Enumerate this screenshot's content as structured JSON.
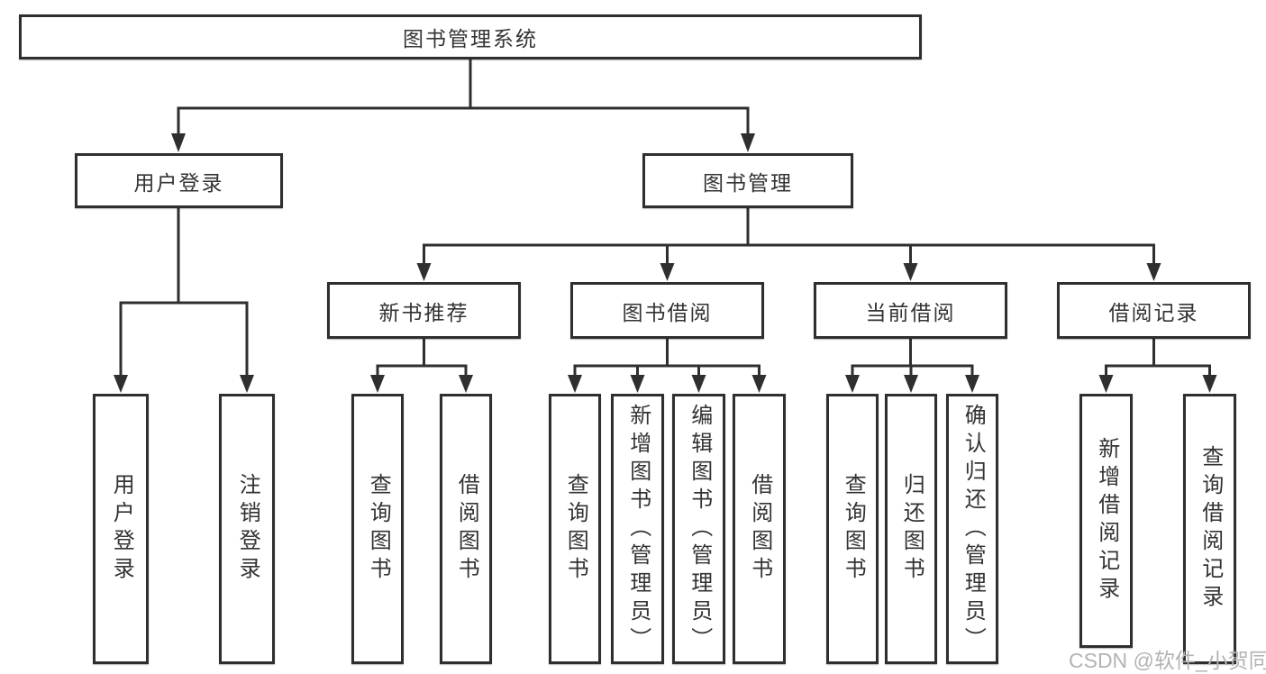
{
  "diagram_type": "functional-structure-tree",
  "tree": {
    "label": "图书管理系统",
    "children": [
      {
        "label": "用户登录",
        "children": [
          {
            "label": "用户登录"
          },
          {
            "label": "注销登录"
          }
        ]
      },
      {
        "label": "图书管理",
        "children": [
          {
            "label": "新书推荐",
            "children": [
              {
                "label": "查询图书"
              },
              {
                "label": "借阅图书"
              }
            ]
          },
          {
            "label": "图书借阅",
            "children": [
              {
                "label": "查询图书"
              },
              {
                "label": "新增图书（管理员）"
              },
              {
                "label": "编辑图书（管理员）"
              },
              {
                "label": "借阅图书"
              }
            ]
          },
          {
            "label": "当前借阅",
            "children": [
              {
                "label": "查询图书"
              },
              {
                "label": "归还图书"
              },
              {
                "label": "确认归还（管理员）"
              }
            ]
          },
          {
            "label": "借阅记录",
            "children": [
              {
                "label": "新增借阅记录"
              },
              {
                "label": "查询借阅记录"
              }
            ]
          }
        ]
      }
    ]
  },
  "watermark": {
    "text": "CSDN @软件_小贺同学"
  },
  "colors": {
    "line": "#2f2f2f",
    "text": "#333333",
    "watermark": "#b3b3b3",
    "background": "#ffffff"
  }
}
